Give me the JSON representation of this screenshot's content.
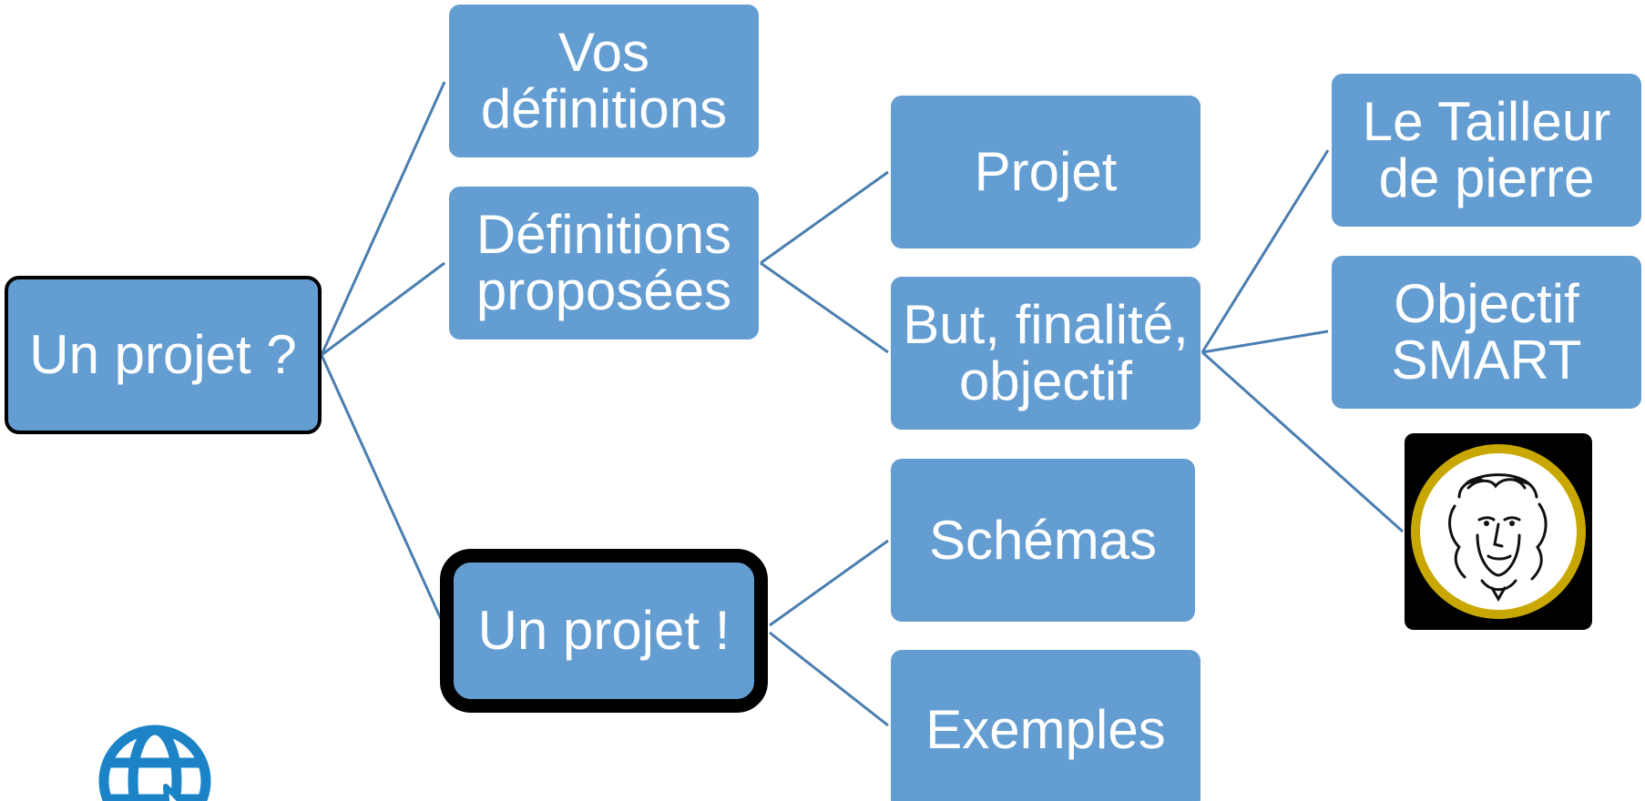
{
  "diagram": {
    "nodes": {
      "root": "Un projet ?",
      "vos_definitions": "Vos\ndéfinitions",
      "definitions_proposees": "Définitions\nproposées",
      "un_projet": "Un projet !",
      "projet": "Projet",
      "but": "But, finalité,\nobjectif",
      "schemas": "Schémas",
      "exemples": "Exemples",
      "tailleur": "Le Tailleur\nde pierre",
      "smart": "Objectif\nSMART"
    },
    "colors": {
      "node_fill": "#639dd1",
      "connector": "#4a7eb0",
      "text": "#ffffff",
      "portrait_ring": "#c8a800",
      "globe": "#1c84c6"
    },
    "icons": [
      "portrait-icon",
      "web-link-icon"
    ]
  }
}
